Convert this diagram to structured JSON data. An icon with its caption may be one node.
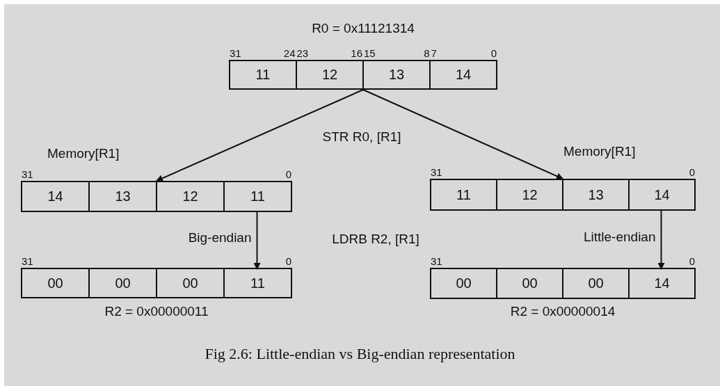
{
  "diagram": {
    "caption": "Fig 2.6: Little-endian vs Big-endian representation",
    "nodes": [
      {
        "text": [
          "R0 = 0x11121314"
        ],
        "beside": [
          "31",
          "24",
          "23",
          "16",
          "15",
          "8",
          "7",
          "0"
        ]
      },
      {
        "text": [
          "11"
        ],
        "in": 0
      },
      {
        "text": [
          "12"
        ],
        "in": 0
      },
      {
        "text": [
          "13"
        ],
        "in": 0
      },
      {
        "text": [
          "14"
        ],
        "in": 0
      },
      {
        "text": [
          "Memory[R1]"
        ],
        "beside": [
          "31",
          "0"
        ]
      },
      {
        "text": [
          "14"
        ],
        "in": 5
      },
      {
        "text": [
          "13"
        ],
        "in": 5
      },
      {
        "text": [
          "12"
        ],
        "in": 5
      },
      {
        "text": [
          "11"
        ],
        "in": 5
      },
      {
        "text": [
          "Memory[R1]"
        ],
        "beside": [
          "31",
          "0"
        ]
      },
      {
        "text": [
          "11"
        ],
        "in": 10
      },
      {
        "text": [
          "12"
        ],
        "in": 10
      },
      {
        "text": [
          "13"
        ],
        "in": 10
      },
      {
        "text": [
          "14"
        ],
        "in": 10
      },
      {
        "text": [
          "R2 = 0x00000011"
        ],
        "beside": [
          "31",
          "0"
        ]
      },
      {
        "text": [
          "00"
        ],
        "in": 15
      },
      {
        "text": [
          "00"
        ],
        "in": 15
      },
      {
        "text": [
          "00"
        ],
        "in": 15
      },
      {
        "text": [
          "11"
        ],
        "in": 15
      },
      {
        "text": [
          "R2 = 0x00000014"
        ],
        "beside": [
          "31",
          "0"
        ]
      },
      {
        "text": [
          "00"
        ],
        "in": 20
      },
      {
        "text": [
          "00"
        ],
        "in": 20
      },
      {
        "text": [
          "00"
        ],
        "in": 20
      },
      {
        "text": [
          "14"
        ],
        "in": 20
      }
    ],
    "edges": [
      {
        "from": 0,
        "to": 5,
        "arrow": "to"
      },
      {
        "from": 0,
        "to": 10,
        "arrow": "to"
      },
      {
        "from": 9,
        "to": 19,
        "arrow": "to",
        "label": "Big-endian"
      },
      {
        "from": 14,
        "to": 24,
        "arrow": "to",
        "label": "Little-endian"
      }
    ],
    "labels": [
      "STR R0, [R1]",
      "LDRB R2, [R1]"
    ]
  }
}
